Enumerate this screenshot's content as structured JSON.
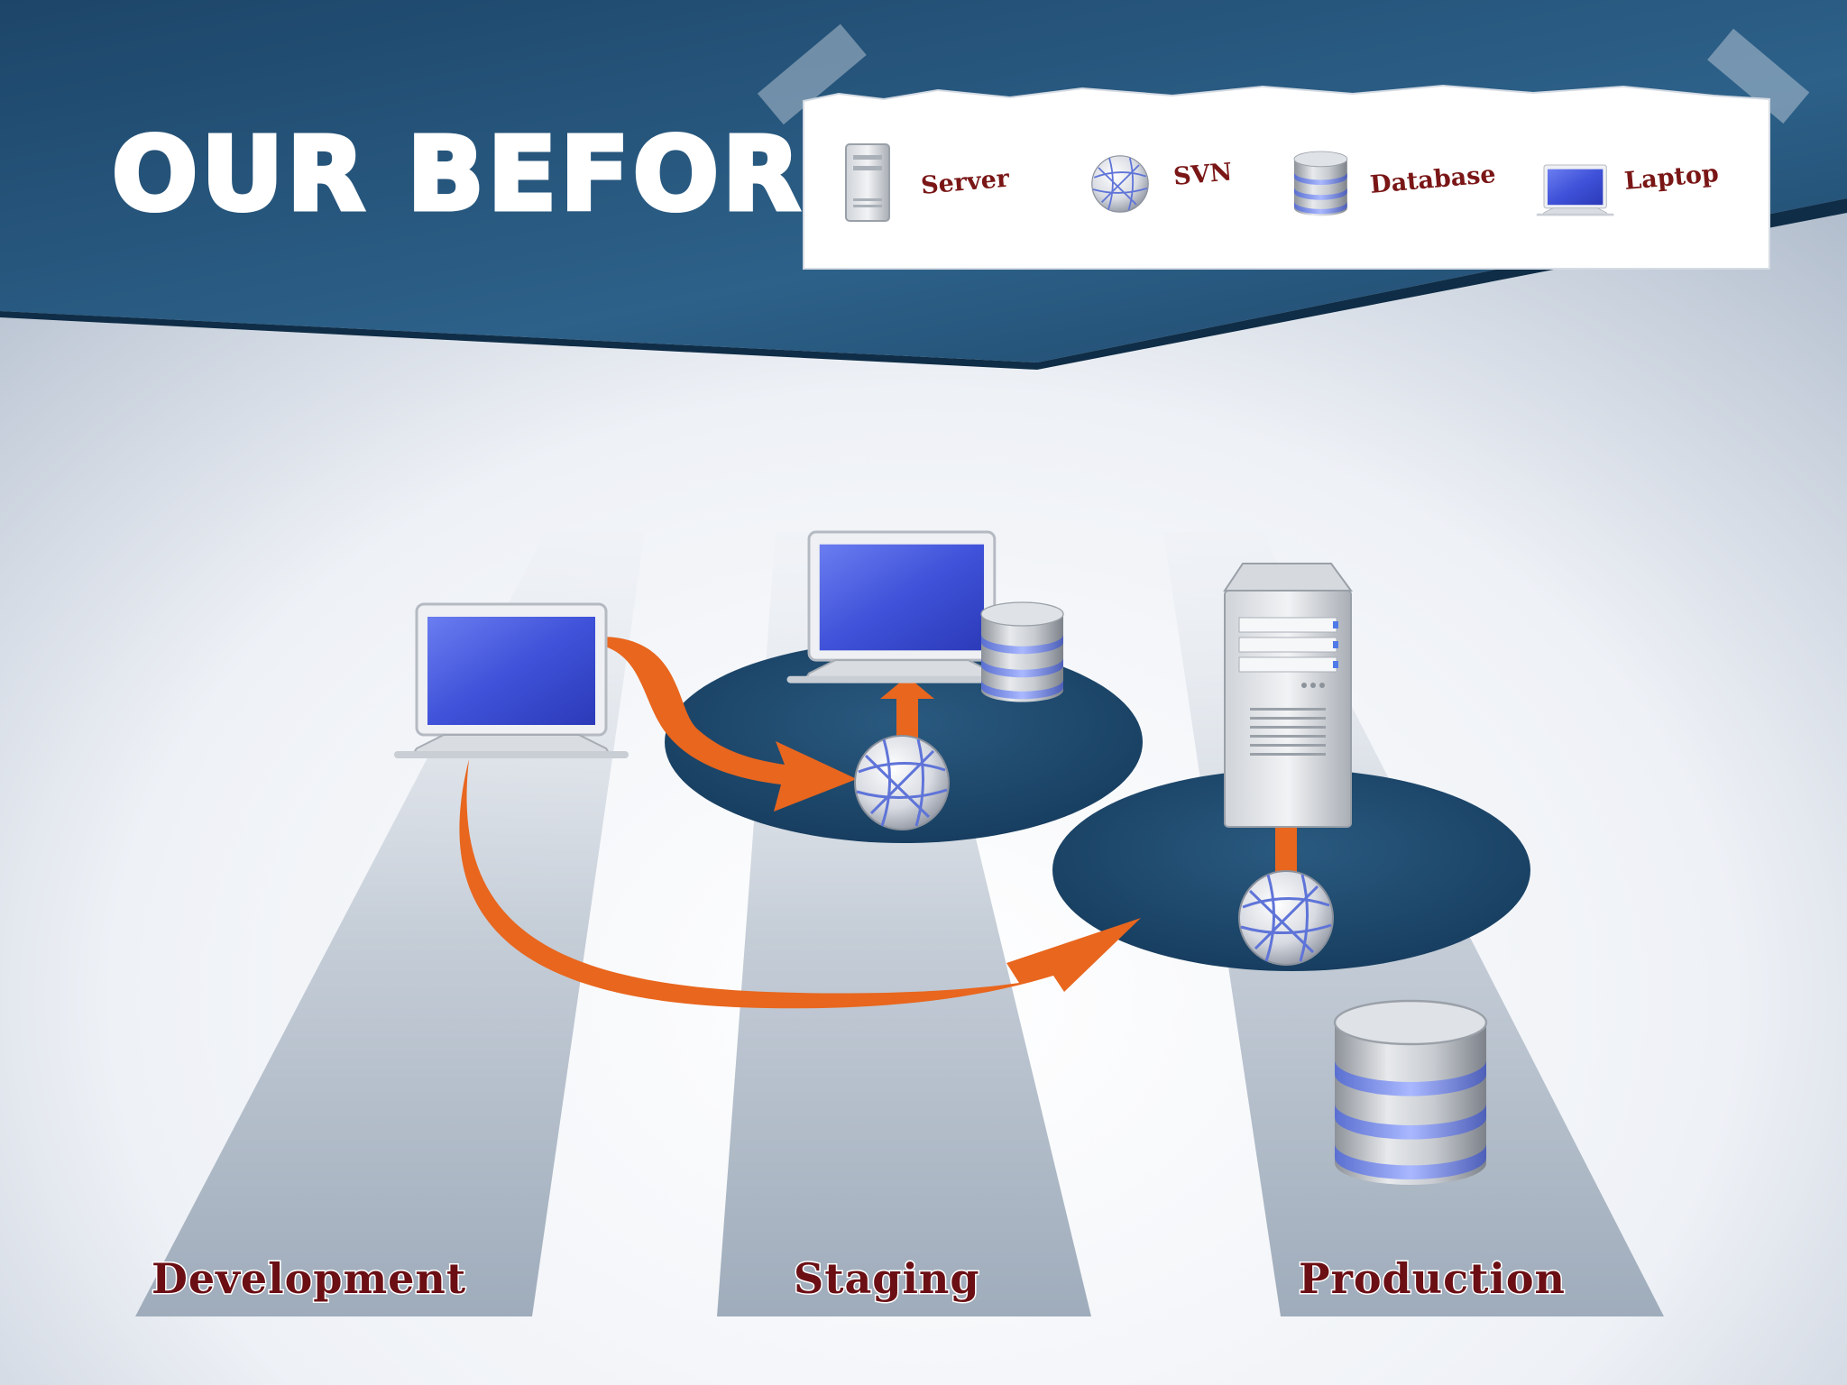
{
  "slide": {
    "title": "OUR BEFORE"
  },
  "legend": {
    "items": [
      {
        "label": "Server",
        "icon": "server-icon"
      },
      {
        "label": "SVN",
        "icon": "svn-globe-icon"
      },
      {
        "label": "Database",
        "icon": "database-icon"
      },
      {
        "label": "Laptop",
        "icon": "laptop-icon"
      }
    ]
  },
  "lanes": [
    {
      "label": "Development"
    },
    {
      "label": "Staging"
    },
    {
      "label": "Production"
    }
  ],
  "colors": {
    "header_blue": "#1e4a6e",
    "platform_blue": "#1e4a6e",
    "arrow_orange": "#e8661e",
    "label_red": "#6b0f14",
    "screen_blue": "#3b4fd6"
  }
}
